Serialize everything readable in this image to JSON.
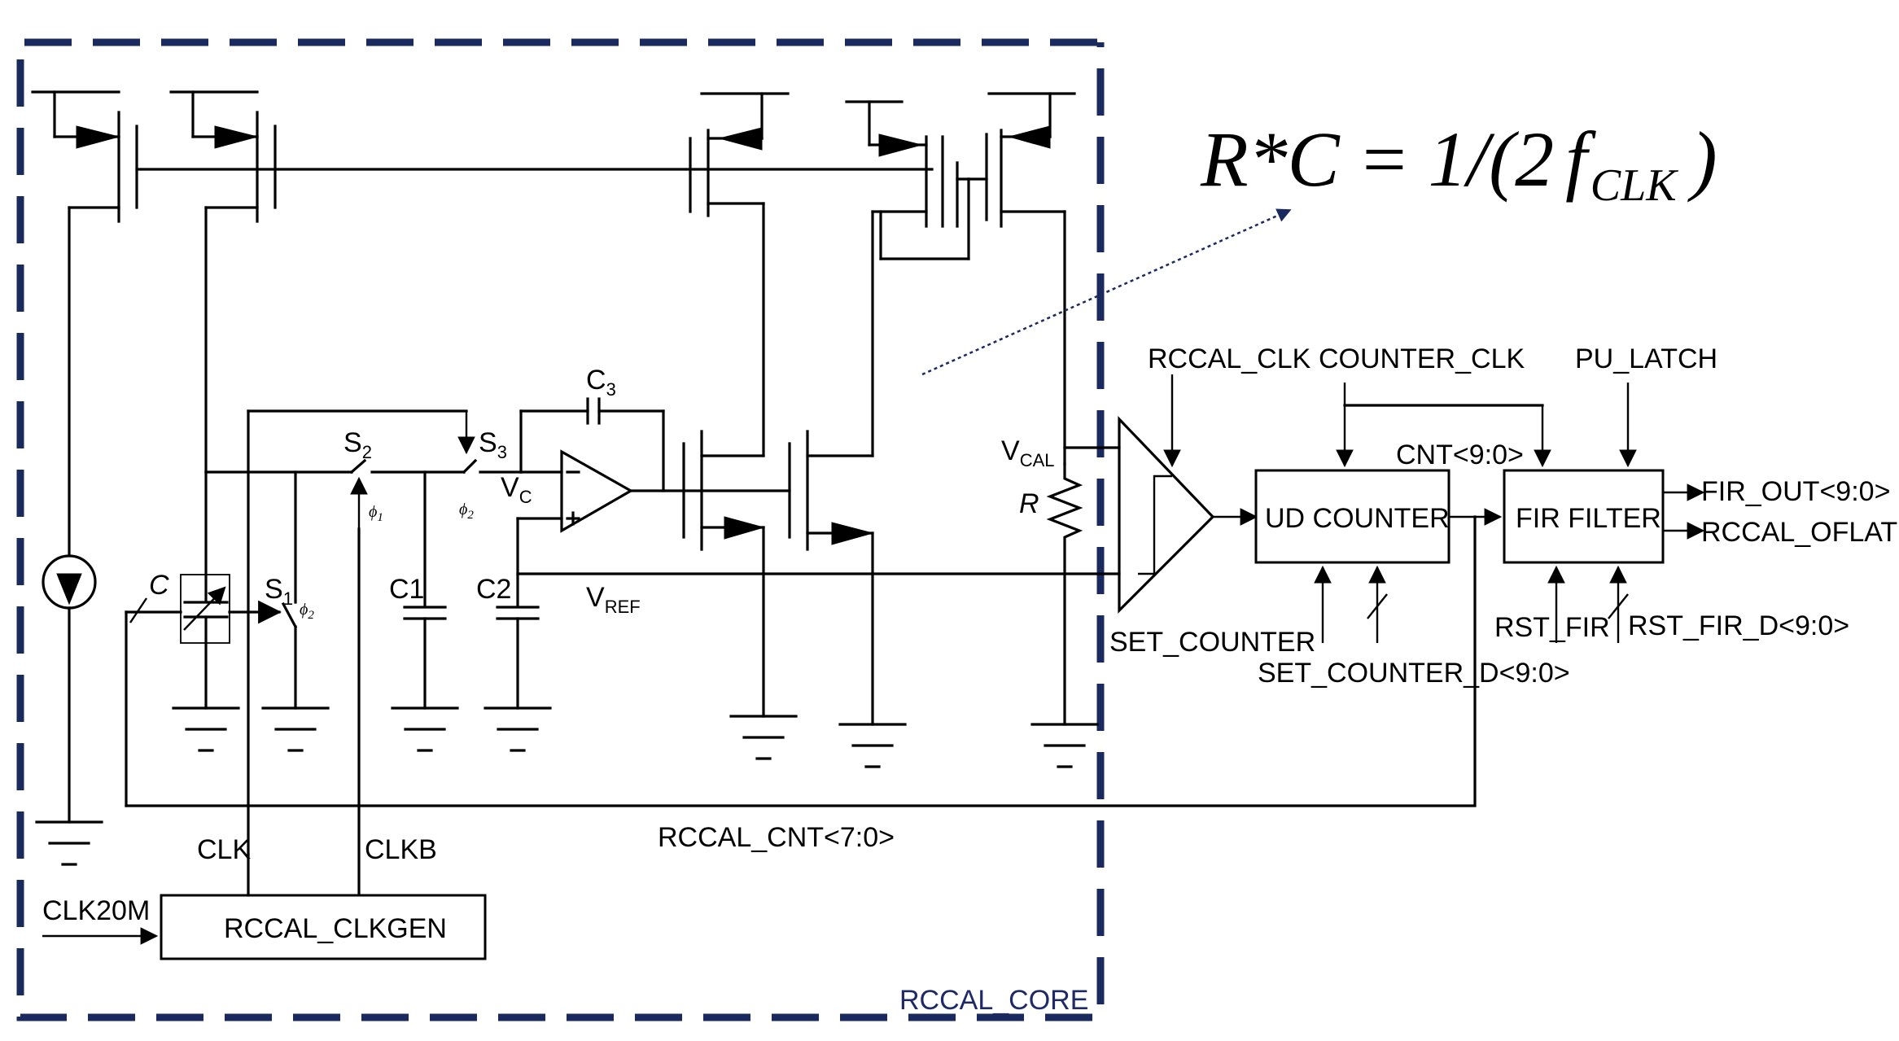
{
  "colors": {
    "boundary": "#1b2a5e",
    "wire": "#000000",
    "annotation_arrow": "#1b2a5e"
  },
  "equation": {
    "lhs": "R*C",
    "eq": "=",
    "rhs_prefix": "1/(2",
    "f": "f",
    "sub": "CLK",
    "close": ")"
  },
  "core": {
    "label": "RCCAL_CORE"
  },
  "labels": {
    "cap_c": "C",
    "s2": "S",
    "s2_sub": "2",
    "s3": "S",
    "s3_sub": "3",
    "s1": "S",
    "s1_sub": "1",
    "c1": "C1",
    "c2": "C2",
    "c3": "C",
    "c3_sub": "3",
    "phi1": "ϕ",
    "phi1_sub": "1",
    "phi2a": "ϕ",
    "phi2a_sub": "2",
    "phi2b": "ϕ",
    "phi2b_sub": "2",
    "vc": "V",
    "vc_sub": "C",
    "vref": "V",
    "vref_sub": "REF",
    "vcal": "V",
    "vcal_sub": "CAL",
    "r": "R",
    "clk": "CLK",
    "clkb": "CLKB",
    "clk20m": "CLK20M",
    "rccal_cnt": "RCCAL_CNT<7:0>"
  },
  "blocks": {
    "clkgen": "RCCAL_CLKGEN",
    "ud_counter": "UD COUNTER",
    "fir_filter": "FIR FILTER"
  },
  "signals": {
    "rccal_clk": "RCCAL_CLK",
    "counter_clk": "COUNTER_CLK",
    "pu_latch": "PU_LATCH",
    "cnt": "CNT<9:0>",
    "fir_out": "FIR_OUT<9:0>",
    "rccal_oflat": "RCCAL_OFLAT",
    "set_counter": "SET_COUNTER",
    "set_counter_d": "SET_COUNTER_D<9:0>",
    "rst_fir": "RST_FIR",
    "rst_fir_d": "RST_FIR_D<9:0>"
  }
}
